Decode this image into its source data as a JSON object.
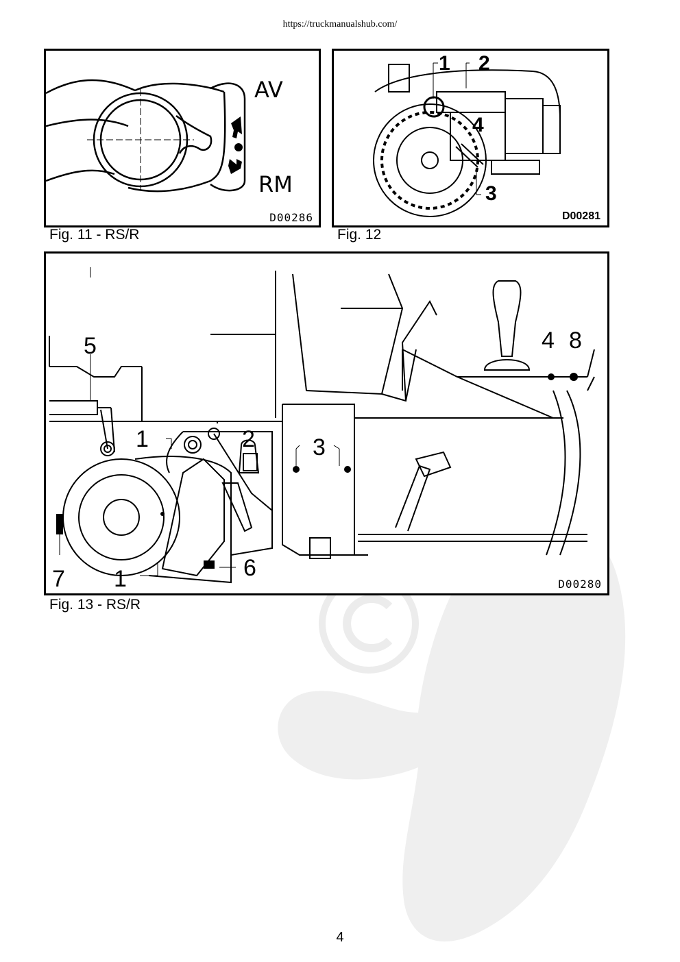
{
  "header": {
    "url": "https://truckmanualshub.com/"
  },
  "figures": {
    "fig11": {
      "caption": "Fig. 11 - RS/R",
      "code": "D00286",
      "label_forward": "AV",
      "label_reverse": "RM"
    },
    "fig12": {
      "caption": "Fig. 12",
      "code": "D00281",
      "callouts": [
        "1",
        "2",
        "3",
        "4"
      ]
    },
    "fig13": {
      "caption": "Fig. 13 - RS/R",
      "code": "D00280",
      "callouts": [
        "1",
        "1",
        "2",
        "3",
        "4",
        "5",
        "6",
        "7",
        "8"
      ]
    }
  },
  "page_number": "4",
  "colors": {
    "ink": "#000000",
    "watermark": "#efefef"
  },
  "icons": [
    "forward-arrow-icon",
    "neutral-dot-icon",
    "reverse-arrow-icon",
    "copyright-icon"
  ]
}
